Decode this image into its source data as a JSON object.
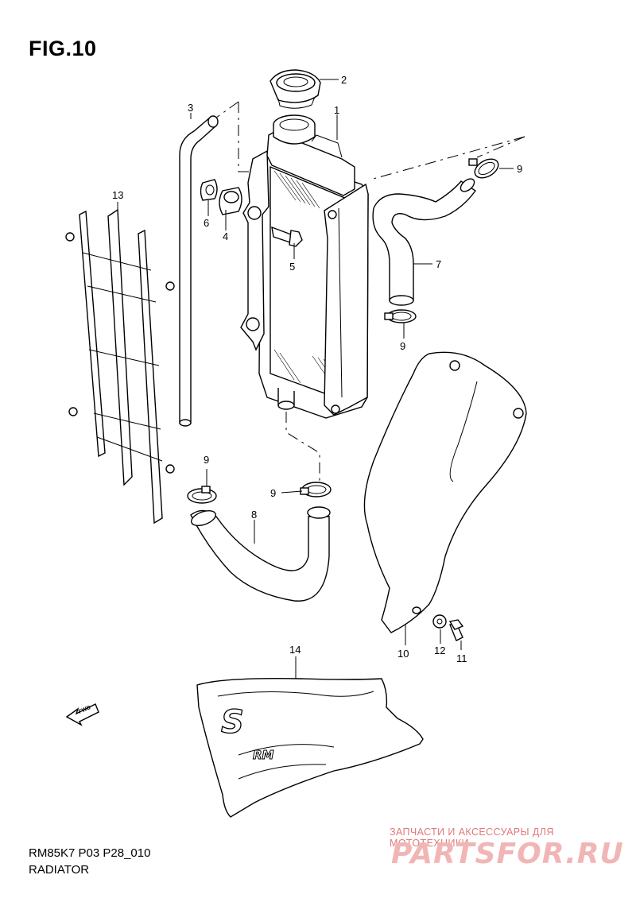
{
  "figure": {
    "title": "FIG.10"
  },
  "footer": {
    "code": "RM85K7 P03 P28_010",
    "section": "RADIATOR"
  },
  "watermark": {
    "tagline": "ЗАПЧАСТИ И АКСЕССУАРЫ ДЛЯ МОТОТЕХНИКИ",
    "logo": "PARTSFOR.RU"
  },
  "fwd_label": "FWD",
  "decal_marks": {
    "brand_s": "S",
    "model": "RM"
  },
  "callouts": {
    "c1": "1",
    "c2": "2",
    "c3": "3",
    "c4": "4",
    "c5": "5",
    "c6": "6",
    "c7": "7",
    "c8": "8",
    "c9a": "9",
    "c9b": "9",
    "c9c": "9",
    "c9d": "9",
    "c10": "10",
    "c11": "11",
    "c12": "12",
    "c13": "13",
    "c14": "14"
  },
  "colors": {
    "line": "#000000",
    "background": "#ffffff",
    "watermark": "#e07a7a"
  }
}
